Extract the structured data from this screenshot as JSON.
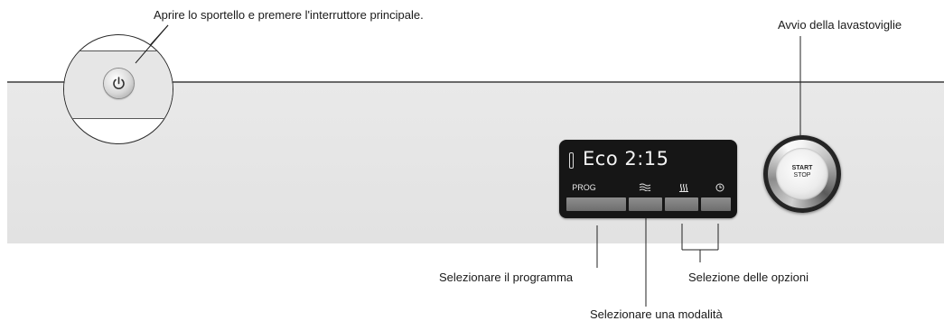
{
  "callouts": {
    "main_switch": "Aprire lo sportello e premere l'interruttore principale.",
    "start": "Avvio della lavastoviglie",
    "program": "Selezionare il programma",
    "mode": "Selezionare una modalità",
    "options": "Selezione delle opzioni"
  },
  "display": {
    "screen_text": "Eco  2:15",
    "prog_label": "PROG"
  },
  "knob": {
    "line1": "START",
    "line2": "STOP"
  },
  "icons": {
    "power": "power-icon",
    "mode": "mode-waves-icon",
    "option": "heat-dry-icon",
    "timer": "clock-icon"
  }
}
